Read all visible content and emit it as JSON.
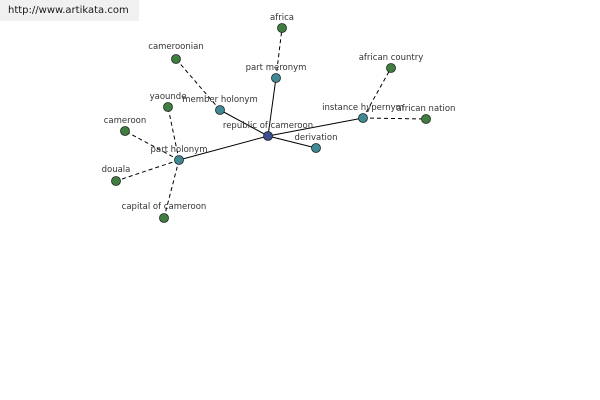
{
  "watermark": "http://www.artikata.com",
  "colors": {
    "center": "#3a4f8f",
    "relation": "#3c8a96",
    "leaf": "#3e7f3e",
    "edge": "#000000"
  },
  "nodes": [
    {
      "id": "center",
      "label": "republic of cameroon",
      "kind": "center"
    },
    {
      "id": "part-meronym",
      "label": "part meronym",
      "kind": "relation"
    },
    {
      "id": "member-holonym",
      "label": "member holonym",
      "kind": "relation"
    },
    {
      "id": "instance-hypernym",
      "label": "instance hypernym",
      "kind": "relation"
    },
    {
      "id": "derivation",
      "label": "derivation",
      "kind": "relation"
    },
    {
      "id": "part-holonym",
      "label": "part holonym",
      "kind": "relation"
    },
    {
      "id": "africa",
      "label": "africa",
      "kind": "leaf"
    },
    {
      "id": "cameroonian",
      "label": "cameroonian",
      "kind": "leaf"
    },
    {
      "id": "african-country",
      "label": "african country",
      "kind": "leaf"
    },
    {
      "id": "african-nation",
      "label": "african nation",
      "kind": "leaf"
    },
    {
      "id": "yaounde",
      "label": "yaounde",
      "kind": "leaf"
    },
    {
      "id": "cameroon",
      "label": "cameroon",
      "kind": "leaf"
    },
    {
      "id": "douala",
      "label": "douala",
      "kind": "leaf"
    },
    {
      "id": "capital-of-cameroon",
      "label": "capital of cameroon",
      "kind": "leaf"
    }
  ],
  "edges": [
    {
      "from": "center",
      "to": "part-meronym",
      "style": "solid"
    },
    {
      "from": "center",
      "to": "member-holonym",
      "style": "solid"
    },
    {
      "from": "center",
      "to": "instance-hypernym",
      "style": "solid"
    },
    {
      "from": "center",
      "to": "derivation",
      "style": "solid"
    },
    {
      "from": "center",
      "to": "part-holonym",
      "style": "solid"
    },
    {
      "from": "part-meronym",
      "to": "africa",
      "style": "dashed"
    },
    {
      "from": "member-holonym",
      "to": "cameroonian",
      "style": "dashed"
    },
    {
      "from": "instance-hypernym",
      "to": "african-country",
      "style": "dashed"
    },
    {
      "from": "instance-hypernym",
      "to": "african-nation",
      "style": "dashed"
    },
    {
      "from": "part-holonym",
      "to": "yaounde",
      "style": "dashed"
    },
    {
      "from": "part-holonym",
      "to": "cameroon",
      "style": "dashed"
    },
    {
      "from": "part-holonym",
      "to": "douala",
      "style": "dashed"
    },
    {
      "from": "part-holonym",
      "to": "capital-of-cameroon",
      "style": "dashed"
    }
  ]
}
